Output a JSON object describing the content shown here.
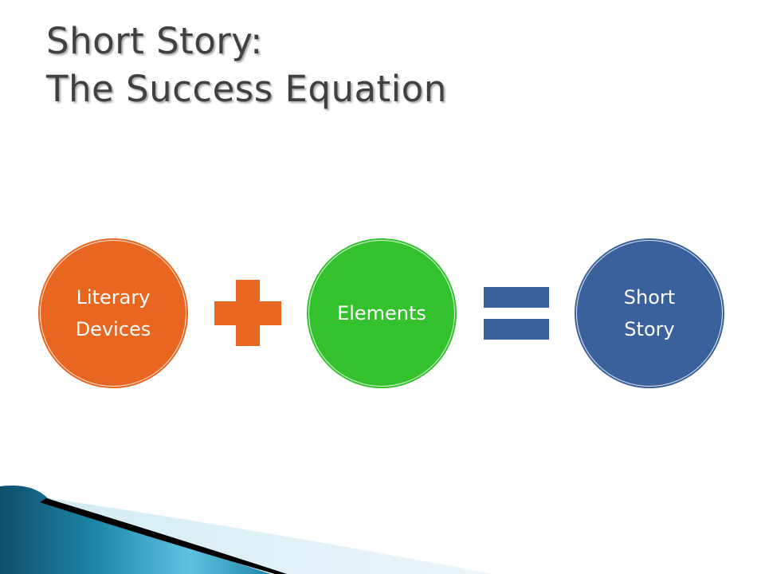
{
  "title": {
    "line1": "Short Story:",
    "line2": "The Success Equation"
  },
  "equation": {
    "term1": {
      "line1": "Literary",
      "line2": "Devices",
      "color": "#E8661F"
    },
    "operator1": {
      "symbol": "plus",
      "color": "#E8661F"
    },
    "term2": {
      "line1": "Elements",
      "color": "#33C22E"
    },
    "operator2": {
      "symbol": "equals",
      "color": "#3A619C"
    },
    "result": {
      "line1": "Short",
      "line2": "Story",
      "color": "#3A619C"
    }
  },
  "theme": {
    "title_color": "#404040",
    "wave_dark": "#0E4F6B",
    "wave_mid": "#1D86A6",
    "wave_light": "#5FC3E0",
    "wave_pale": "#CFE9F3",
    "black_band": "#000000"
  }
}
